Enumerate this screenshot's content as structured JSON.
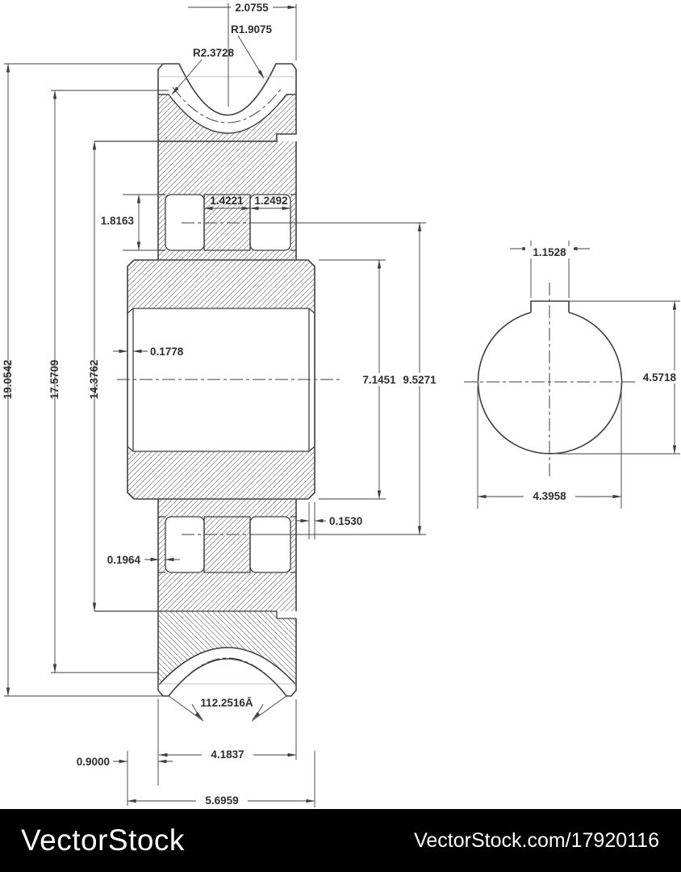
{
  "watermark": {
    "brand": "VectorStock",
    "credit": "VectorStock.com/17920116"
  },
  "drawing": {
    "front_view": {
      "top_rim_half_width": "2.0755",
      "groove_outer_radius": "R1.9075",
      "groove_inner_radius": "R2.3728",
      "hub_column_width": "1.4221",
      "hub_recess_width": "1.2492",
      "recess_height": "1.8163",
      "bore_chamfer": "0.1778",
      "overall_height": "19.0542",
      "groove_base_span": "17.5709",
      "web_span": "14.3762",
      "hub_block_height": "7.1451",
      "recess_center_span": "9.5271",
      "right_chamfer": "0.1530",
      "web_wall": "0.1964",
      "groove_angle": "112.2516Ā",
      "rim_width": "4.1837",
      "hub_overhang": "0.9000",
      "hub_width": "5.6959"
    },
    "side_view": {
      "keyway_width": "1.1528",
      "bore_to_flat": "4.5718",
      "bore_diameter": "4.3958"
    }
  }
}
